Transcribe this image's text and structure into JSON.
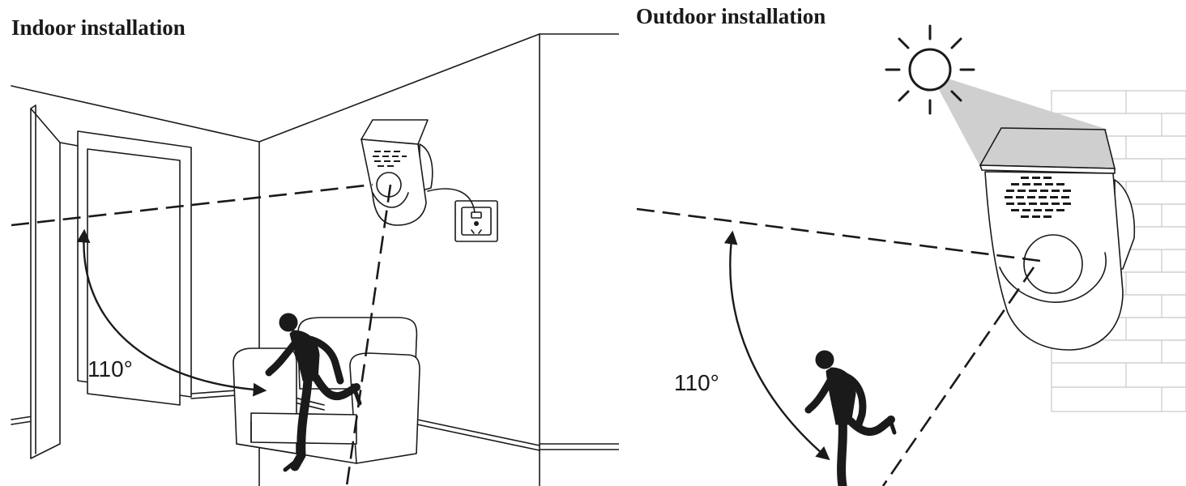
{
  "indoor": {
    "title": "Indoor installation",
    "angle_label": "110°"
  },
  "outdoor": {
    "title": "Outdoor installation",
    "angle_label": "110°"
  },
  "icons": [
    "sun-icon",
    "motion-sensor-icon",
    "wall-socket-icon",
    "running-person-icon",
    "armchair-icon",
    "door-icon",
    "brick-wall-icon"
  ],
  "colors": {
    "ink": "#1a1a1a",
    "sunbeam": "#cfcfcf",
    "brick": "#c8c8c8"
  }
}
